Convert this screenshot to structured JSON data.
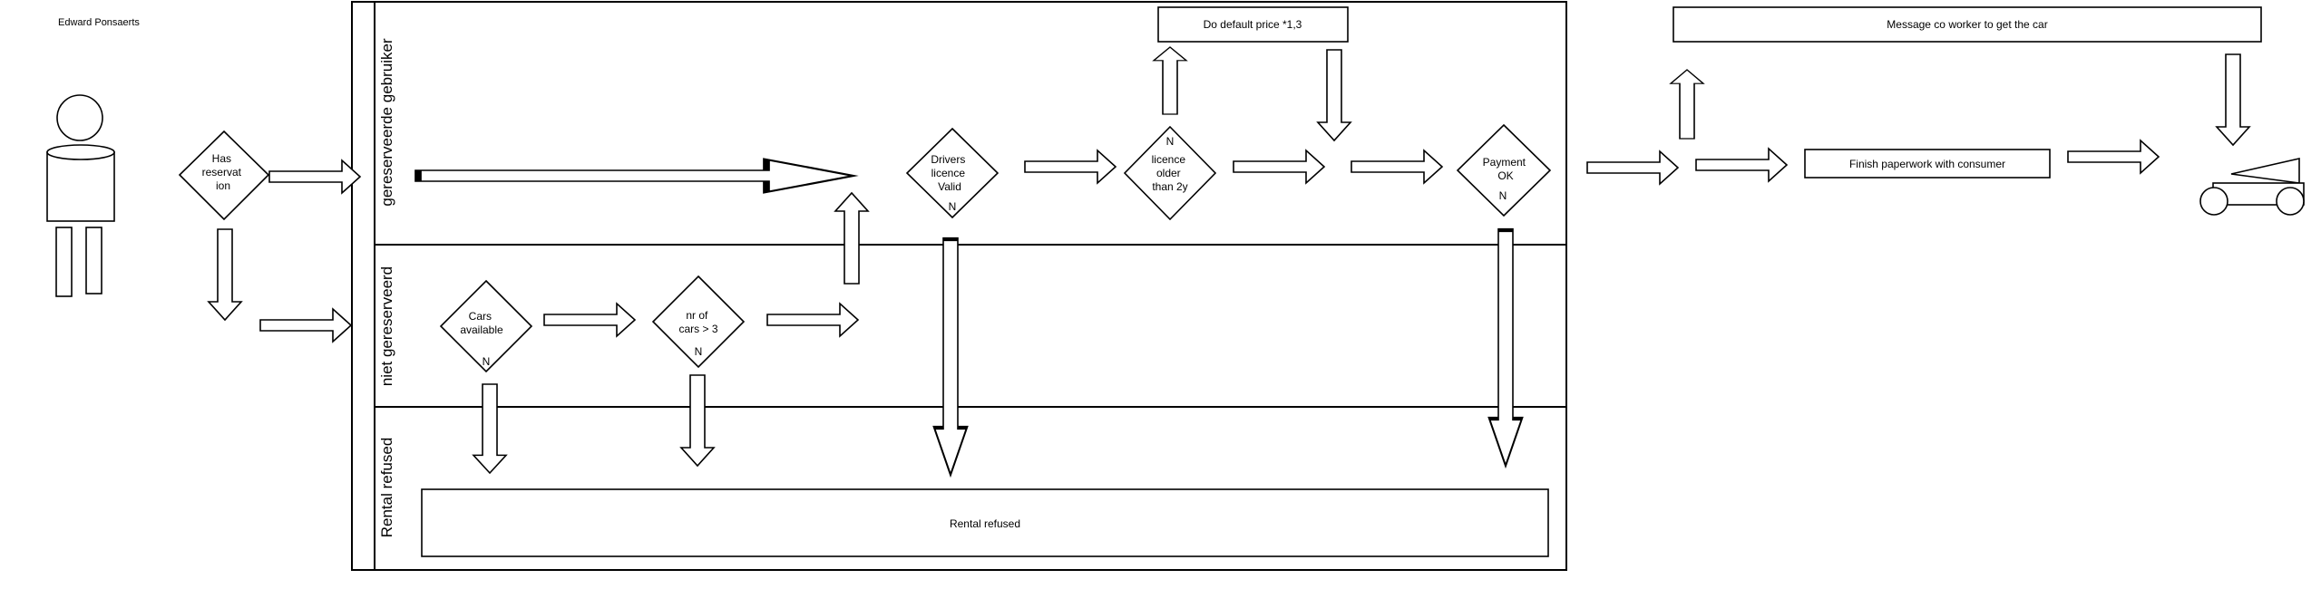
{
  "author": "Edward Ponsaerts",
  "lanes": {
    "reserved": "gereserveerde gebruiker",
    "not_reserved": "niet gereserveerd",
    "refused": "Rental refused"
  },
  "decisions": {
    "has_reservation": [
      "Has",
      "reservat",
      "ion"
    ],
    "cars_available": [
      "Cars",
      "available"
    ],
    "nr_of_cars": [
      "nr of",
      "cars > 3"
    ],
    "drivers_licence": [
      "Drivers",
      "licence",
      "Valid"
    ],
    "licence_older": [
      "licence",
      "older",
      "than 2y"
    ],
    "payment_ok": [
      "Payment",
      "OK"
    ]
  },
  "no_label": "N",
  "processes": {
    "default_price": "Do default price *1,3",
    "message_coworker": "Message co worker to get the car",
    "finish_paperwork": "Finish paperwork with consumer",
    "rental_refused": "Rental refused"
  }
}
